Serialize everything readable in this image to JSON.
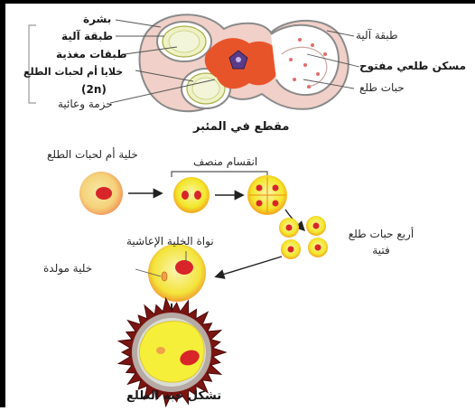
{
  "section_caption": "مقطع في المئبر",
  "anther_labels": {
    "epidermis": "بشرة",
    "fibrous_layer_left": "طبقة آلية",
    "tapetum": "طبقات مغذية",
    "microspore_mother_cells": "خلايا أم لحبات الطلع",
    "ploidy": "(2n)",
    "vascular_bundle": "حزمة وعائية",
    "fibrous_layer_right": "طبقة آلية",
    "open_pollen_sac": "مسكن طلعي مفتوح",
    "pollen_grains": "حبات طلع"
  },
  "process_labels": {
    "mother_cell": "خلية أم لحبات الطلع",
    "meiosis": "انقسام منصف",
    "four_young": "أربع حبات طلع فتية",
    "vegetative_nucleus": "نواة الخلية الإعاشية",
    "generative_cell": "خلية مولدة",
    "final_caption": "تشكل حبة الطلع"
  },
  "colors": {
    "orange": "#e8542a",
    "yellow": "#f3e72a",
    "yellow_pale": "#f7f07a",
    "red_nucleus": "#d8252a",
    "pink_tissue": "#f0c9c3",
    "gray_line": "#8a8a8a",
    "spiky_wall": "#7a1512"
  }
}
